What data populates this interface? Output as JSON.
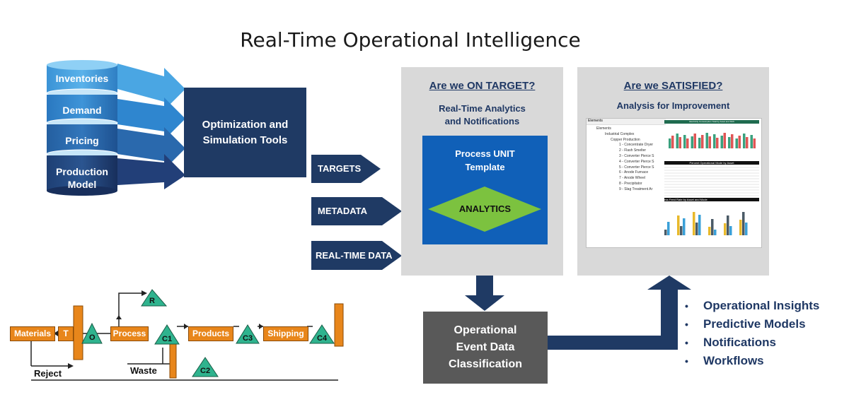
{
  "title": "Real-Time Operational Intelligence",
  "inputs": {
    "cylinder_labels": [
      "Inventories",
      "Demand",
      "Pricing",
      "Production\nModel"
    ]
  },
  "optimization_box": "Optimization and\nSimulation Tools",
  "data_arrows": [
    "TARGETS",
    "METADATA",
    "REAL-TIME DATA"
  ],
  "target_panel": {
    "heading": "Are we ON TARGET?",
    "subheading": "Real-Time Analytics\nand Notifications",
    "template_title": "Process UNIT\nTemplate",
    "analytics_label": "ANALYTICS"
  },
  "satisfied_panel": {
    "heading": "Are we SATISFIED?",
    "subheading": "Analysis for Improvement"
  },
  "event_box": "Operational\nEvent Data\nClassification",
  "benefits": [
    "Operational Insights",
    "Predictive Models",
    "Notifications",
    "Workflows"
  ],
  "process_flow": {
    "boxes": [
      "Materials",
      "T",
      "Process",
      "Products",
      "Shipping"
    ],
    "triangles": [
      "R",
      "O",
      "C1",
      "C3",
      "C4",
      "C2"
    ],
    "reject_label": "Reject",
    "waste_label": "Waste"
  },
  "screenshot": {
    "tree_root": "Elements",
    "tree_items": [
      "Elements",
      "Industrial Complex",
      "Copper Production",
      "1 - Concentrate Dryer",
      "2 - Flash Smelter",
      "3 - Converter Pierce S",
      "4 - Converter Pierce S",
      "5 - Converter Pierce S",
      "6 - Anode Furnace",
      "7 - Anode Wheel",
      "8 - Precipitator",
      "9 - Slag Treatment Ar"
    ],
    "chart_titles": [
      "Electricity Consumption Total by Asset and Shift",
      "Percent Operational Mode by Asset",
      "Process Feed Rate by Asset and Mode"
    ]
  },
  "colors": {
    "navy": "#1f3a64",
    "process_blue": "#1060b8",
    "analytics_green": "#7cc23f",
    "panel_gray": "#d9d9d9",
    "event_gray": "#595959",
    "flow_orange": "#e8861b",
    "flow_teal": "#2fb38e"
  }
}
